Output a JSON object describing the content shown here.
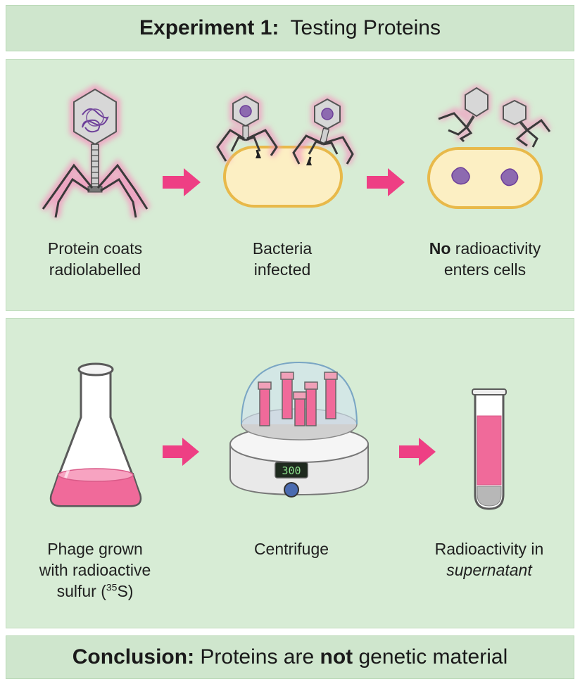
{
  "title": {
    "prefix": "Experiment 1:",
    "text": "Testing Proteins"
  },
  "top_panel": {
    "steps": [
      {
        "line1": "Protein coats",
        "line2": "radiolabelled"
      },
      {
        "line1": "Bacteria",
        "line2": "infected"
      },
      {
        "line1_bold": "No",
        "line1_rest": " radioactivity",
        "line2": "enters cells"
      }
    ]
  },
  "bottom_panel": {
    "steps": [
      {
        "line1": "Phage grown",
        "line2": "with radioactive",
        "line3_pre": "sulfur (",
        "line3_sup": "35",
        "line3_post": "S)"
      },
      {
        "line1": "Centrifuge"
      },
      {
        "line1": "Radioactivity in",
        "line2": "supernatant"
      }
    ],
    "centrifuge_display": "300"
  },
  "conclusion": {
    "prefix": "Conclusion:",
    "text_pre": " Proteins are ",
    "text_bold": "not",
    "text_post": " genetic material"
  },
  "colors": {
    "band": "#cfe6cd",
    "panel": "#d7ecd5",
    "arrow": "#ee3f84",
    "glow": "#f29ac0",
    "cell_fill": "#fcefc3",
    "cell_border": "#e8b94a",
    "dna": "#7a4fa0",
    "liquid": "#f06a9a"
  },
  "icons": [
    "bacteriophage-icon",
    "bacterium-icon",
    "flask-icon",
    "centrifuge-icon",
    "test-tube-icon",
    "arrow-right-icon"
  ]
}
